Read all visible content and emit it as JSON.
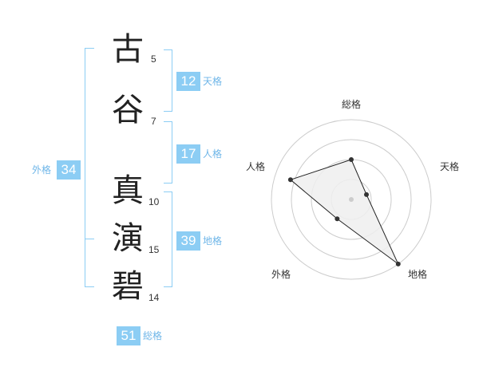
{
  "name": {
    "chars": [
      {
        "char": "古",
        "strokes": "5"
      },
      {
        "char": "谷",
        "strokes": "7"
      },
      {
        "char": "真",
        "strokes": "10"
      },
      {
        "char": "演",
        "strokes": "15"
      },
      {
        "char": "碧",
        "strokes": "14"
      }
    ]
  },
  "kaku": {
    "tenkaku": {
      "value": "12",
      "label": "天格"
    },
    "jinkaku": {
      "value": "17",
      "label": "人格"
    },
    "chikaku": {
      "value": "39",
      "label": "地格"
    },
    "gaikaku": {
      "value": "34",
      "label": "外格"
    },
    "soukaku": {
      "value": "51",
      "label": "総格"
    }
  },
  "chart_data": {
    "type": "radar",
    "axes": [
      "総格",
      "天格",
      "地格",
      "外格",
      "人格"
    ],
    "values": [
      0.5,
      0.2,
      1.0,
      0.3,
      0.8
    ],
    "rings": 4,
    "grid": true,
    "colors": {
      "fill": "#eeeeee",
      "line": "#222222",
      "grid": "#cccccc",
      "accent": "#8ccdf4"
    }
  }
}
